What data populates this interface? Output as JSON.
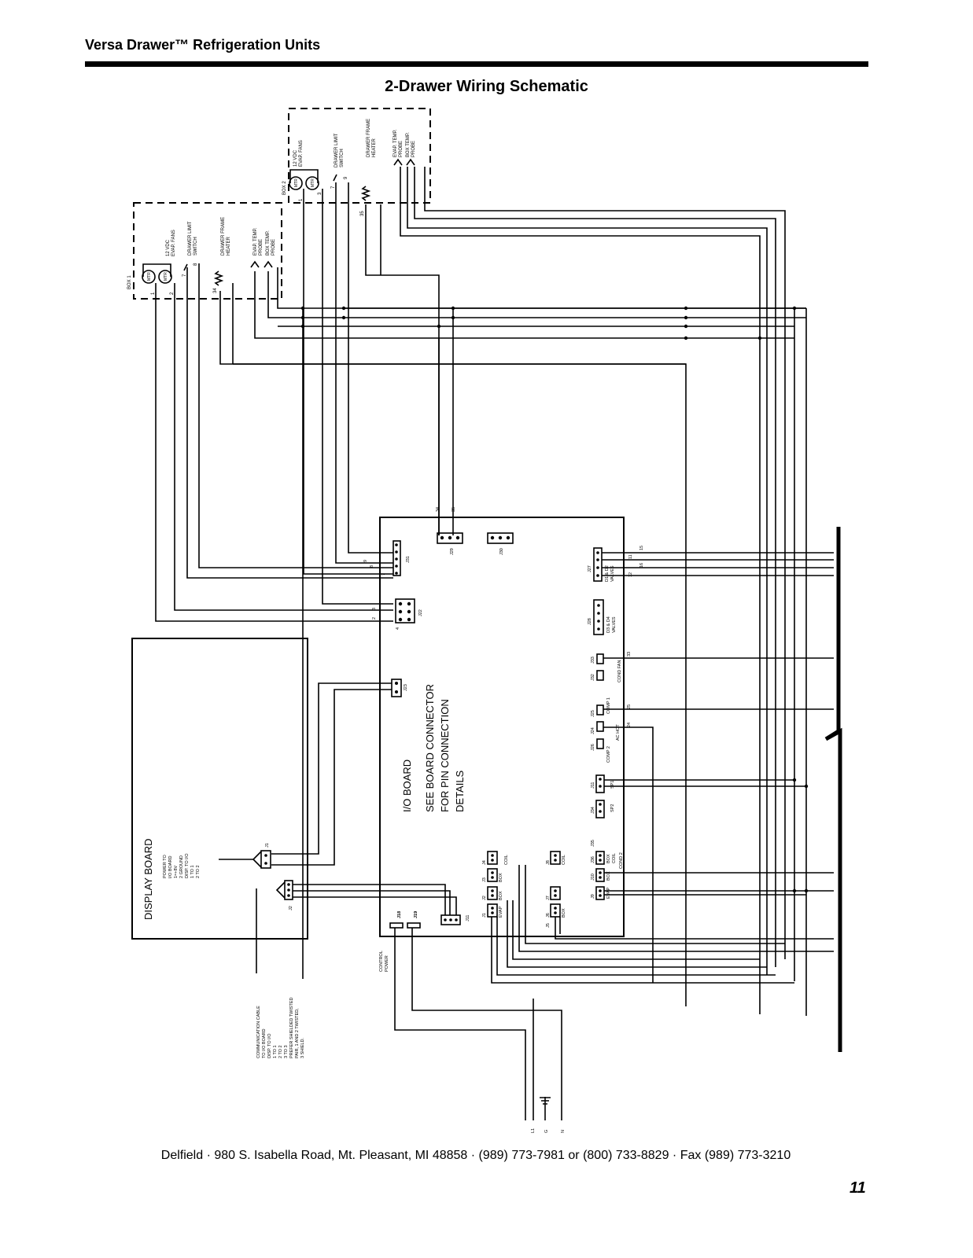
{
  "header": {
    "title": "Versa Drawer™ Refrigeration Units"
  },
  "diagram": {
    "title": "2-Drawer Wiring Schematic",
    "box1": {
      "label": "BOX 1",
      "evap_fans": [
        "12 VDC",
        "EVAP. FANS"
      ],
      "limit_switch": [
        "DRAWER LIMIT",
        "SWITCH"
      ],
      "frame_heater": [
        "DRAWER FRAME",
        "HEATER"
      ],
      "evap_probe": [
        "EVAP. TEMP.",
        "PROBE"
      ],
      "box_probe": [
        "BOX TEMP.",
        "PROBE"
      ],
      "wire_numbers": [
        "1",
        "2",
        "7",
        "8",
        "34"
      ]
    },
    "box2": {
      "label": "BOX 2",
      "evap_fans": [
        "12 VDC",
        "EVAP. FANS"
      ],
      "limit_switch": [
        "DRAWER LIMIT",
        "SWITCH"
      ],
      "frame_heater": [
        "DRAWER FRAME",
        "HEATER"
      ],
      "evap_probe": [
        "EVAP. TEMP.",
        "PROBE"
      ],
      "box_probe": [
        "BOX TEMP.",
        "PROBE"
      ],
      "wire_numbers": [
        "1",
        "3",
        "7",
        "9",
        "35"
      ]
    },
    "motor_symbol": "MTR",
    "io_board": {
      "title": "I/O BOARD",
      "note": [
        "SEE BOARD CONNECTOR",
        "FOR PIN CONNECTION",
        "DETAILS"
      ],
      "connectors": {
        "j29": "J29",
        "j30": "J30",
        "j31": "J31",
        "j22": "J22",
        "j23": "J23",
        "j27": "J27",
        "j27_desc": [
          "D1 & D2",
          "VALVES"
        ],
        "j28": "J28",
        "j28_desc": [
          "D3 & D4",
          "VALVES"
        ],
        "j33": "J33",
        "j32": "J32",
        "cond_fan": "COND FAN",
        "j25": "J25",
        "comp1": "COMP 1",
        "j24": "J24",
        "ac_hot": "AC HOT",
        "j26": "J26",
        "comp2": "COMP 2",
        "j11r": "J11",
        "sp1": "SP1",
        "j34": "J34",
        "sp2": "SP2",
        "j35": "J35",
        "j36": "J36",
        "j10": "J10",
        "j9": "J9",
        "j4": "J4",
        "j8": "J8",
        "j3": "J3",
        "j7": "J7",
        "j2": "J2",
        "j6": "J6",
        "j1": "J1",
        "j5": "J5",
        "evap": "EVAP",
        "box": "BOX",
        "coil": "COIL",
        "cond2": "COND 2",
        "j18": "J18",
        "j19": "J19",
        "j11b": "J11"
      },
      "pin_numbers": [
        "34",
        "35",
        "9",
        "8",
        "7",
        "1",
        "2",
        "3",
        "4",
        "1",
        "15",
        "11",
        "16",
        "12",
        "33",
        "25",
        "24",
        "1",
        "2",
        "1"
      ]
    },
    "display_board": {
      "title": "DISPLAY BOARD",
      "power_note": [
        "POWER TO",
        "I/O BOARD",
        "1=+8V",
        "2 GROUND",
        "DISP. TO I/O",
        "1 TO 1",
        "2 TO 2"
      ],
      "j1": "J1",
      "j2": "J2"
    },
    "comm_note": [
      "COMMUNICATION CABLE",
      "TO I/O BOARD",
      "DISP. TO I/O",
      "1 TO 1",
      "2 TO 2",
      "3 TO 3",
      "PREFER SHIELDED TWISTED",
      "PAIR, 1 AND 2 TWISTED,",
      "3 SHIELD."
    ],
    "control_power": [
      "CONTROL",
      "POWER"
    ],
    "supply": [
      "L1",
      "G",
      "N"
    ]
  },
  "footer": {
    "address": "Delfield ·  980 S. Isabella Road, Mt. Pleasant, MI 48858 ·  (989) 773-7981 or (800) 733-8829 ·  Fax (989) 773-3210"
  },
  "page_number": "11"
}
